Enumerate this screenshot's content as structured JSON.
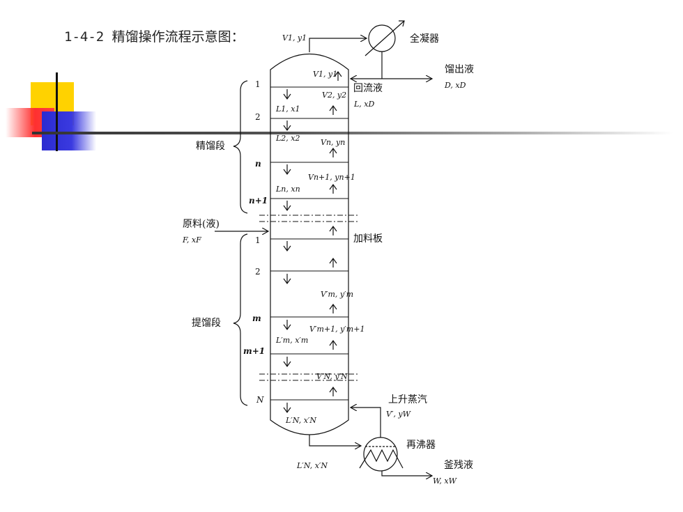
{
  "slide": {
    "title": "1-4-2 精馏操作流程示意图："
  },
  "diagram": {
    "condenser": {
      "label": "全凝器",
      "vapor_top": "V1, y1"
    },
    "distillate": {
      "label": "馏出液",
      "symbol": "D, xD"
    },
    "reflux": {
      "label": "回流液",
      "symbol": "L, xD"
    },
    "feed": {
      "label": "原料(液)",
      "symbol": "F, xF",
      "plate_label": "加料板"
    },
    "sections": {
      "rectifying": "精馏段",
      "stripping": "提馏段"
    },
    "reboiler": {
      "label": "再沸器"
    },
    "boilup": {
      "label": "上升蒸汽",
      "symbol": "V′, yW"
    },
    "bottoms": {
      "label": "釜残液",
      "symbol": "W, xW"
    },
    "plate_numbers": {
      "r1": "1",
      "r2": "2",
      "rn": "n",
      "rn1": "n+1",
      "s1": "1",
      "s2": "2",
      "sm": "m",
      "sm1": "m+1",
      "sN": "N"
    },
    "streams": {
      "V1y1_inside": "V1, y1",
      "V2y2": "V2, y2",
      "L1x1": "L1, x1",
      "L2x2": "L2, x2",
      "Vnyn": "Vn, yn",
      "Vn1yn1": "Vn+1, yn+1",
      "Lnxn": "Ln, xn",
      "Vmym": "V′m, y′m",
      "Vm1ym1": "V′m+1, y′m+1",
      "Lmxm": "L′m, x′m",
      "VNyN": "V′N, y′N",
      "LNxN_inside": "L′N, x′N",
      "LNxN_out": "L′N, x′N"
    }
  }
}
